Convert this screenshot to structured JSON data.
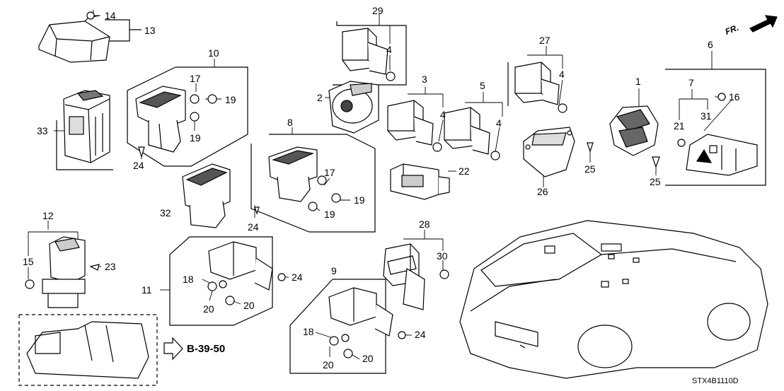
{
  "callouts": {
    "c1": "1",
    "c2": "2",
    "c3": "3",
    "c4a": "4",
    "c4b": "4",
    "c4c": "4",
    "c4d": "4",
    "c5": "5",
    "c6": "6",
    "c7": "7",
    "c8": "8",
    "c9": "9",
    "c10": "10",
    "c11": "11",
    "c12": "12",
    "c13": "13",
    "c14": "14",
    "c15": "15",
    "c16": "16",
    "c17a": "17",
    "c17b": "17",
    "c18a": "18",
    "c18b": "18",
    "c19a": "19",
    "c19b": "19",
    "c19c": "19",
    "c19d": "19",
    "c20a": "20",
    "c20b": "20",
    "c20c": "20",
    "c20d": "20",
    "c21": "21",
    "c22": "22",
    "c23": "23",
    "c24a": "24",
    "c24b": "24",
    "c24c": "24",
    "c24d": "24",
    "c25a": "25",
    "c25b": "25",
    "c26": "26",
    "c27": "27",
    "c28": "28",
    "c29": "29",
    "c30": "30",
    "c31": "31",
    "c32": "32",
    "c33": "33"
  },
  "reference": "B-39-50",
  "orientation": "FR.",
  "diagram_code": "STX4B1110D",
  "colors": {
    "line": "#000000",
    "part_fill": "#ffffff",
    "part_shade": "#d9d9d9",
    "dark": "#333333"
  }
}
